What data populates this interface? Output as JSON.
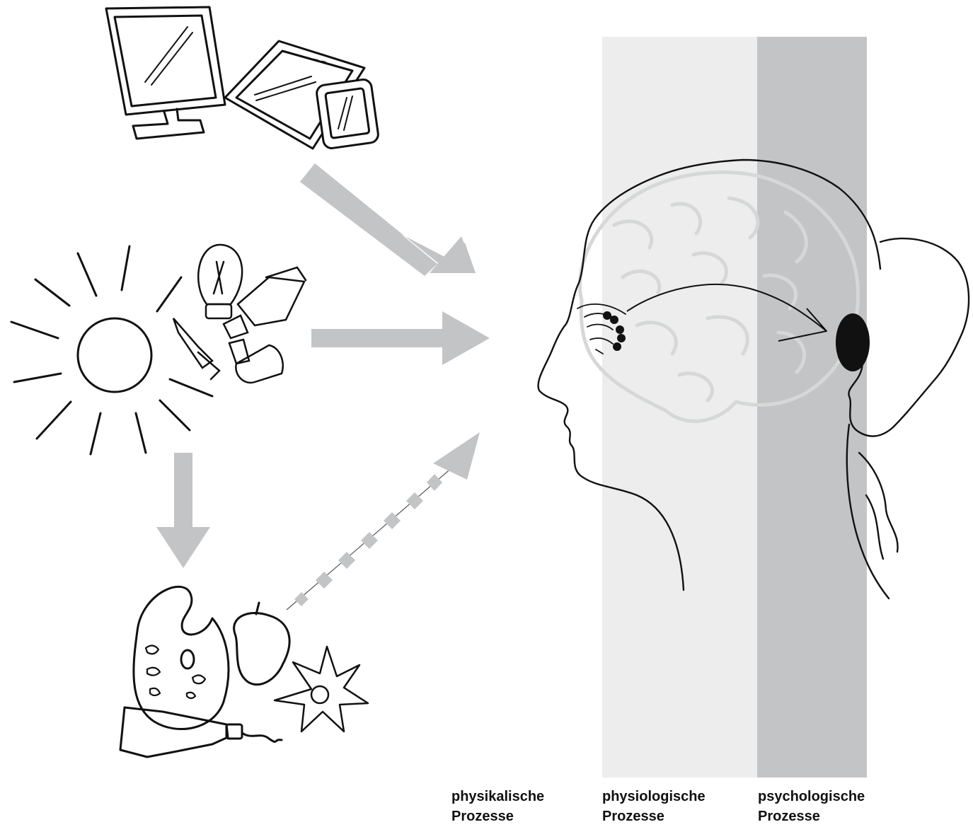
{
  "colors": {
    "physiological_band": "#ecedec",
    "psychological_band": "#c3c4c5",
    "arrow": "#c3c4c5",
    "line": "#111111",
    "brain": "#d6d8d8"
  },
  "captions": {
    "physical": {
      "line1": "physikalische",
      "line2": "Prozesse"
    },
    "physiological": {
      "line1": "physiologische",
      "line2": "Prozesse"
    },
    "psychological": {
      "line1": "psychologische",
      "line2": "Prozesse"
    }
  },
  "icons": {
    "screens": "monitor-tablet-phone-illustration",
    "light_sources": "sun-and-lamps-illustration",
    "objects": "palette-pepper-flower-paint-illustration",
    "head": "human-head-profile-illustration"
  }
}
